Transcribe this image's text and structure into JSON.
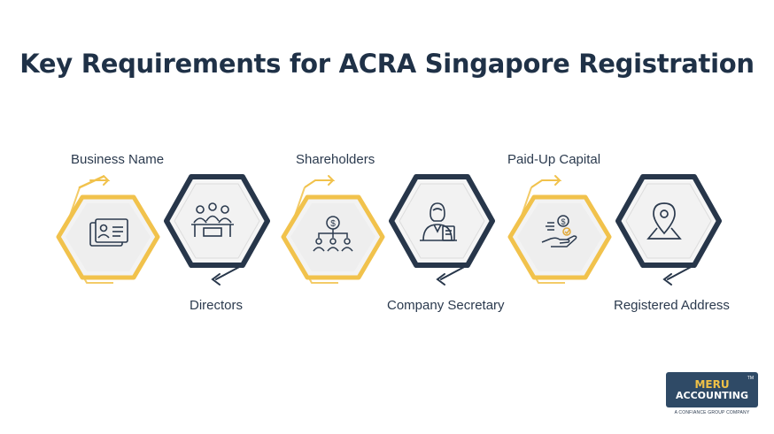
{
  "title": "Key Requirements for ACRA Singapore Registration",
  "steps": [
    {
      "label": "Business Name",
      "icon": "id-card-icon",
      "style": "gold"
    },
    {
      "label": "Directors",
      "icon": "meeting-icon",
      "style": "dark"
    },
    {
      "label": "Shareholders",
      "icon": "shareholders-icon",
      "style": "gold"
    },
    {
      "label": "Company Secretary",
      "icon": "secretary-icon",
      "style": "dark"
    },
    {
      "label": "Paid-Up Capital",
      "icon": "money-hand-icon",
      "style": "gold"
    },
    {
      "label": "Registered Address",
      "icon": "location-pin-icon",
      "style": "dark"
    }
  ],
  "logo": {
    "line1": "MERU",
    "line2": "ACCOUNTING",
    "tm": "TM",
    "tagline": "A CONFIANCE GROUP COMPANY"
  },
  "colors": {
    "gold": "#f1c24c",
    "dark": "#27364a",
    "title": "#1f3147"
  }
}
